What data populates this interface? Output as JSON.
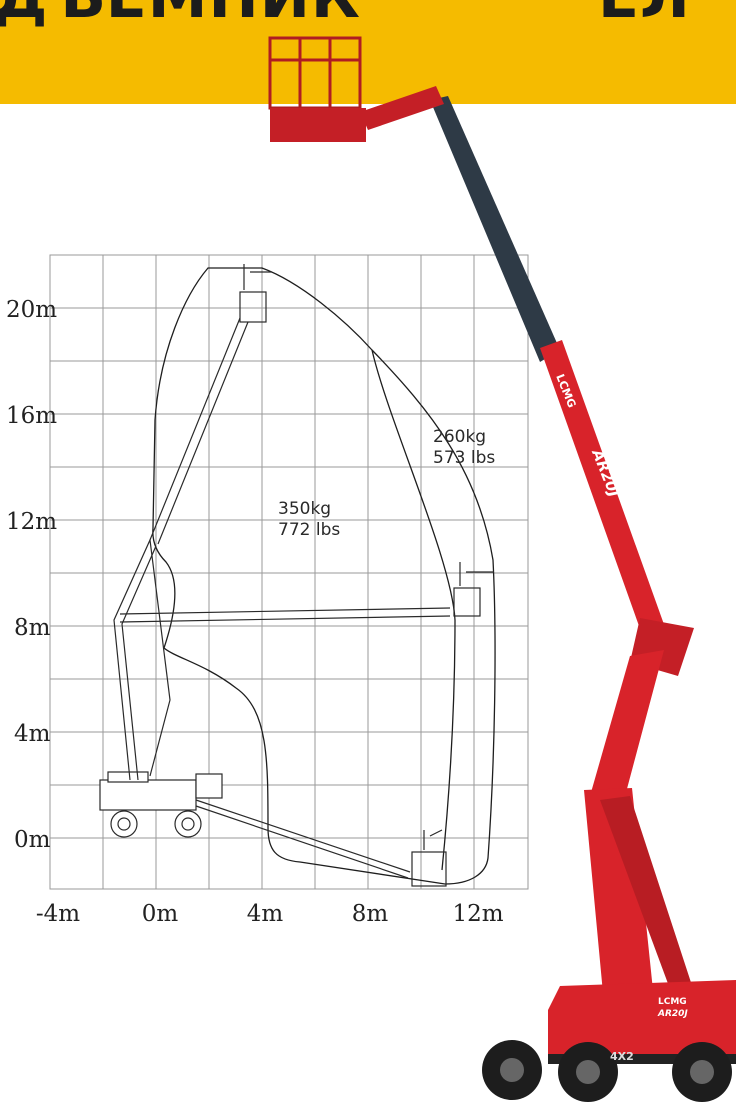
{
  "banner": {
    "left_text": "ДЪЕМНИК",
    "right_text": "ЕЛ",
    "color": "#f5bb00"
  },
  "machine": {
    "brand": "LCMG",
    "model": "AR20J",
    "drive": "4X2",
    "body_color": "#d8232a",
    "boom_top_color": "#2e3a46"
  },
  "chart": {
    "x_ticks": [
      "-4m",
      "0m",
      "4m",
      "8m",
      "12m"
    ],
    "y_ticks": [
      "20m",
      "16m",
      "12m",
      "8m",
      "4m",
      "0m"
    ],
    "zones": [
      {
        "kg": "350kg",
        "lbs": "772 lbs"
      },
      {
        "kg": "260kg",
        "lbs": "573 lbs"
      }
    ]
  }
}
